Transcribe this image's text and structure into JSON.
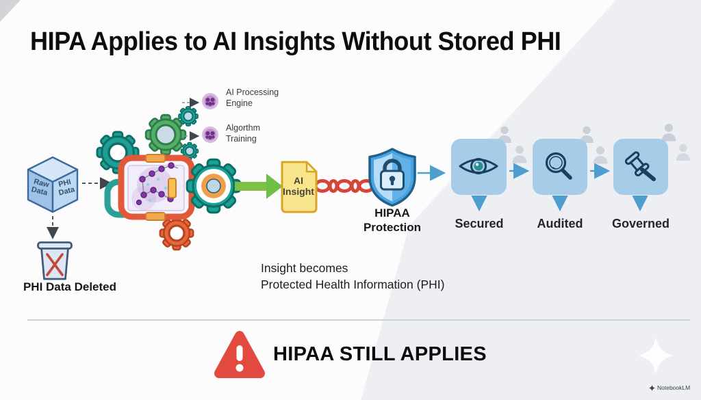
{
  "title": "HIPA Applies to AI Insights Without Stored PHI",
  "pipeline": {
    "cube": {
      "raw_label": "Raw\nData",
      "phi_label": "PHI\nData"
    },
    "deleted_label": "PHI Data Deleted",
    "engine_label": "AI Processing\nEngine",
    "training_label": "Algorthm\nTraining",
    "insight_doc_label": "AI\nInsight",
    "shield_label": "HIPAA\nProtection",
    "note": "Insight becomes\nProtected Health Information (PHI)",
    "stages": [
      {
        "label": "Secured",
        "icon": "eye-icon"
      },
      {
        "label": "Audited",
        "icon": "magnifier-icon"
      },
      {
        "label": "Governed",
        "icon": "gavel-icon"
      }
    ]
  },
  "warning": {
    "label": "HIPAA STILL APPLIES"
  },
  "watermark": {
    "label": "NotebookLM"
  },
  "colors": {
    "accent_blue": "#4e9fd0",
    "stage_box_blue": "#a7cce7",
    "alert_red": "#e2493f",
    "chain_red": "#d6453a",
    "doc_yellow": "#f8e68c",
    "teal": "#1ba39c",
    "machine_orange": "#e2593a",
    "green_arrow": "#6fbf44",
    "purple": "#8e44ad"
  }
}
